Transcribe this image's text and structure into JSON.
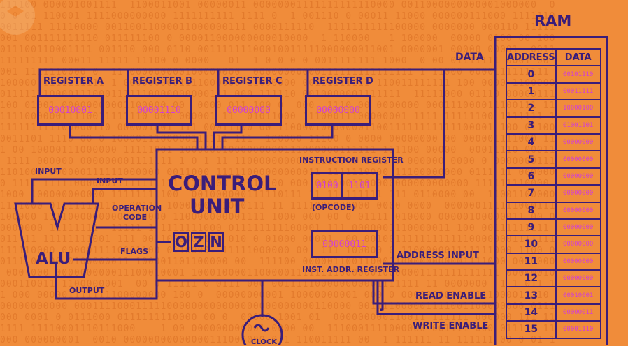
{
  "registers": [
    {
      "label": "REGISTER A",
      "value": "00010001"
    },
    {
      "label": "REGISTER B",
      "value": "00001110"
    },
    {
      "label": "REGISTER C",
      "value": "00000000"
    },
    {
      "label": "REGISTER D",
      "value": "00000000"
    }
  ],
  "control_unit": {
    "title_line1": "CONTROL",
    "title_line2": "UNIT",
    "flags": [
      "O",
      "Z",
      "N"
    ]
  },
  "instruction_register": {
    "label": "INSTRUCTION REGISTER",
    "opcode": "0100",
    "operand": "1101",
    "opcode_label": "(OPCODE)"
  },
  "inst_addr_register": {
    "label": "INST. ADDR. REGISTER",
    "value": "00000011"
  },
  "alu": {
    "label": "ALU",
    "input_label_1": "INPUT",
    "input_label_2": "INPUT",
    "operation_code_label_1": "OPERATION",
    "operation_code_label_2": "CODE",
    "flags_label": "FLAGS",
    "output_label": "OUTPUT"
  },
  "bus_labels": {
    "data": "DATA",
    "address_input": "ADDRESS INPUT",
    "read_enable": "READ ENABLE",
    "write_enable": "WRITE ENABLE",
    "clock": "CLOCK"
  },
  "ram": {
    "title": "RAM",
    "headers": {
      "address": "ADDRESS",
      "data": "DATA"
    },
    "rows": [
      {
        "address": "0",
        "data": "00101110"
      },
      {
        "address": "1",
        "data": "00011111"
      },
      {
        "address": "2",
        "data": "10000100"
      },
      {
        "address": "3",
        "data": "01001101"
      },
      {
        "address": "4",
        "data": "00000000"
      },
      {
        "address": "5",
        "data": "00000000"
      },
      {
        "address": "6",
        "data": "00000000"
      },
      {
        "address": "7",
        "data": "00000000"
      },
      {
        "address": "8",
        "data": "00000000"
      },
      {
        "address": "9",
        "data": "00000000"
      },
      {
        "address": "10",
        "data": "00000000"
      },
      {
        "address": "11",
        "data": "00000000"
      },
      {
        "address": "12",
        "data": "00000000"
      },
      {
        "address": "13",
        "data": "00010001"
      },
      {
        "address": "14",
        "data": "00000011"
      },
      {
        "address": "15",
        "data": "00001110"
      }
    ]
  },
  "colors": {
    "background": "#f08c3a",
    "line": "#3a1d7a",
    "value": "#d23fd2"
  }
}
